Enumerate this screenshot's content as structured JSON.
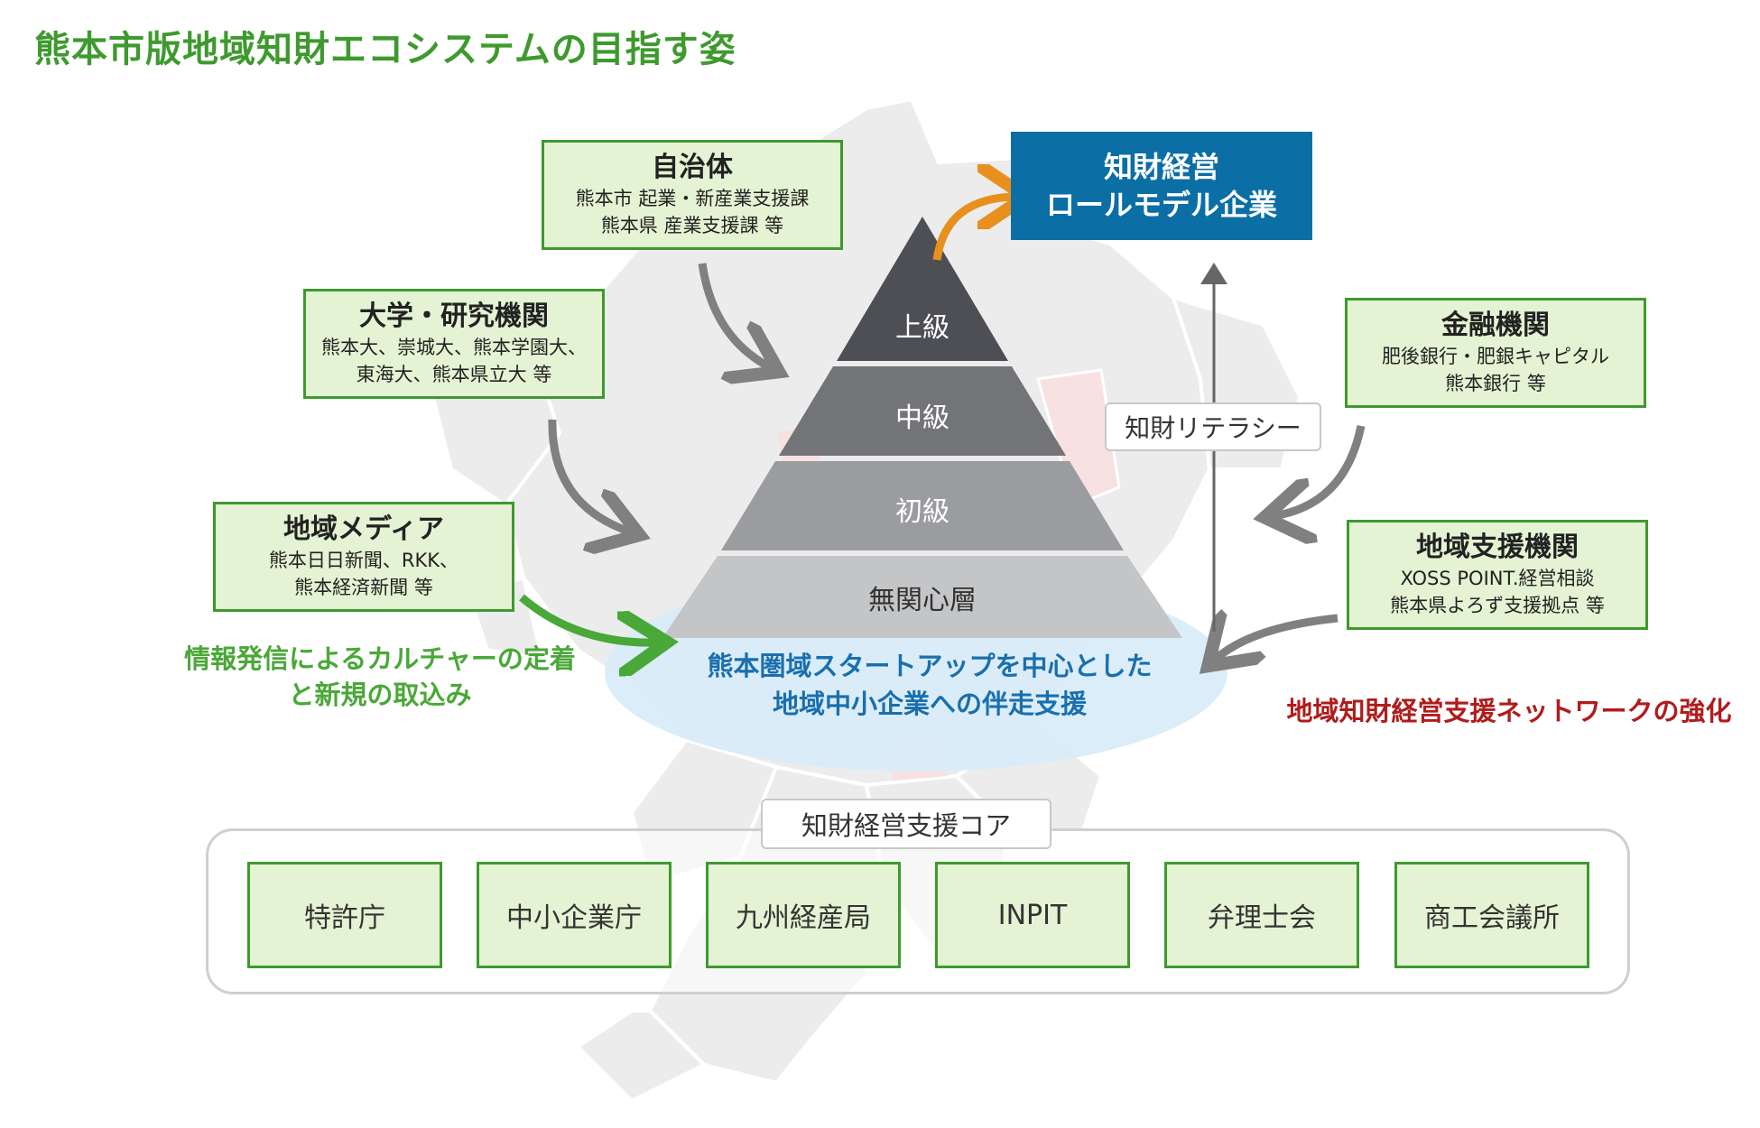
{
  "title": "熊本市版地域知財エコシステムの目指す姿",
  "goal_box": {
    "line1": "知財経営",
    "line2": "ロールモデル企業"
  },
  "literacy_label": "知財リテラシー",
  "pyramid": [
    "上級",
    "中級",
    "初級",
    "無関心層"
  ],
  "stakeholders": {
    "local_gov": {
      "title": "自治体",
      "lines": [
        "熊本市 起業・新産業支援課",
        "熊本県 産業支援課 等"
      ]
    },
    "university": {
      "title": "大学・研究機関",
      "lines": [
        "熊本大、崇城大、熊本学園大、",
        "東海大、熊本県立大 等"
      ]
    },
    "media": {
      "title": "地域メディア",
      "lines": [
        "熊本日日新聞、RKK、",
        "熊本経済新聞 等"
      ]
    },
    "finance": {
      "title": "金融機関",
      "lines": [
        "肥後銀行・肥銀キャピタル",
        "熊本銀行 等"
      ]
    },
    "regional_support": {
      "title": "地域支援機関",
      "lines": [
        "XOSS POINT.経営相談",
        "熊本県よろず支援拠点 等"
      ]
    }
  },
  "notes": {
    "green": [
      "情報発信によるカルチャーの定着",
      "と新規の取込み"
    ],
    "blue": [
      "熊本圏域スタートアップを中心とした",
      "地域中小企業への伴走支援"
    ],
    "red": "地域知財経営支援ネットワークの強化"
  },
  "core": {
    "label": "知財経営支援コア",
    "members": [
      "特許庁",
      "中小企業庁",
      "九州経産局",
      "INPIT",
      "弁理士会",
      "商工会議所"
    ]
  },
  "colors": {
    "title_green": "#3e9a2e",
    "box_fill": "#e4f3d3",
    "goal_blue": "#0b6fa6",
    "note_red": "#b01c1c",
    "arrow_orange": "#e8901e",
    "arrow_green": "#4aa838"
  }
}
